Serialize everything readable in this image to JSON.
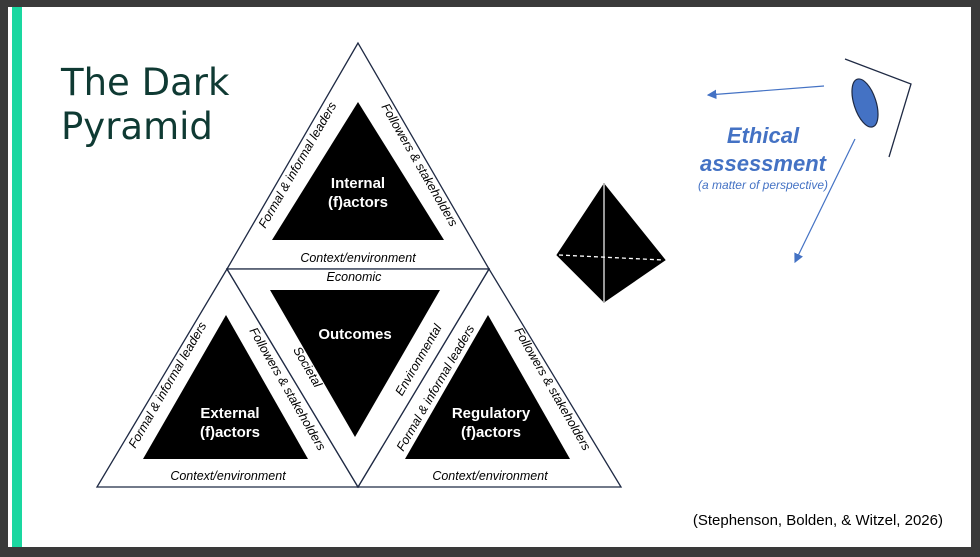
{
  "slide": {
    "title_line1": "The Dark",
    "title_line2": "Pyramid",
    "citation": "(Stephenson, Bolden, & Witzel, 2026)",
    "accent_color": "#1ad7a0",
    "title_color": "#0f3a33"
  },
  "pyramid": {
    "top": {
      "title_line1": "Internal",
      "title_line2": "(f)actors",
      "left_side": "Formal & informal leaders",
      "right_side": "Followers & stakeholders",
      "base": "Context/environment"
    },
    "bottom_left": {
      "title_line1": "External",
      "title_line2": "(f)actors",
      "left_side": "Formal & informal leaders",
      "right_side": "Followers & stakeholders",
      "base": "Context/environment"
    },
    "bottom_right": {
      "title_line1": "Regulatory",
      "title_line2": "(f)actors",
      "left_side": "Formal & informal leaders",
      "right_side": "Followers & stakeholders",
      "base": "Context/environment"
    },
    "center": {
      "title": "Outcomes",
      "top_side": "Economic",
      "left_side": "Societal",
      "right_side": "Environmental"
    }
  },
  "ethical": {
    "title_line1": "Ethical",
    "title_line2": "assessment",
    "subtitle": "(a matter of perspective)",
    "color": "#4472c4"
  }
}
